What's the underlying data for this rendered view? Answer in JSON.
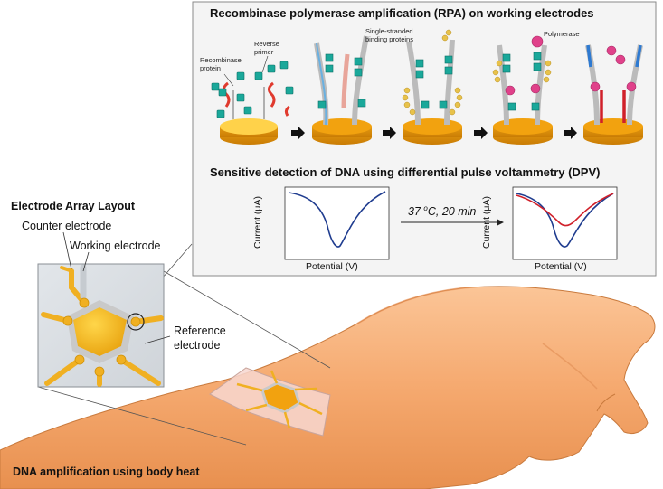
{
  "rpa_title": "Recombinase polymerase amplification (RPA) on working electrodes",
  "labels": {
    "recombinase_protein": [
      "Recombinase",
      "protein"
    ],
    "reverse_primer": [
      "Reverse",
      "primer"
    ],
    "ssb": [
      "Single-stranded",
      "binding proteins"
    ],
    "polymerase": "Polymerase"
  },
  "dpv_title": "Sensitive detection of DNA using differential pulse voltammetry (DPV)",
  "plot_left": {
    "ylabel": "Current (μA)",
    "xlabel": "Potential (V)"
  },
  "plot_right": {
    "ylabel": "Current (μA)",
    "xlabel": "Potential (V)"
  },
  "condition": {
    "temp": "37 ",
    "unit_sup": "o",
    "rest": "C, 20 min"
  },
  "array": {
    "title": "Electrode Array Layout",
    "counter": "Counter electrode",
    "working": "Working electrode",
    "reference": [
      "Reference",
      "electrode"
    ]
  },
  "footer": "DNA amplification using body heat",
  "colors": {
    "gold": "#f2b21c",
    "blue_curve": "#1f3c8f",
    "red_curve": "#d0202a",
    "skin": "#f5a96f",
    "protein": "#1aa89a",
    "polymerase": "#e0418a",
    "ssb": "#e8c24a"
  },
  "chart_data": [
    {
      "type": "line",
      "title": "",
      "xlabel": "Potential (V)",
      "ylabel": "Current (μA)",
      "series": [
        {
          "color": "#1f3c8f",
          "shape": "single cathodic peak"
        }
      ]
    },
    {
      "type": "line",
      "title": "",
      "xlabel": "Potential (V)",
      "ylabel": "Current (μA)",
      "series": [
        {
          "color": "#1f3c8f",
          "shape": "deep peak (before)"
        },
        {
          "color": "#d0202a",
          "shape": "reduced peak (after 37 °C, 20 min)"
        }
      ]
    }
  ]
}
